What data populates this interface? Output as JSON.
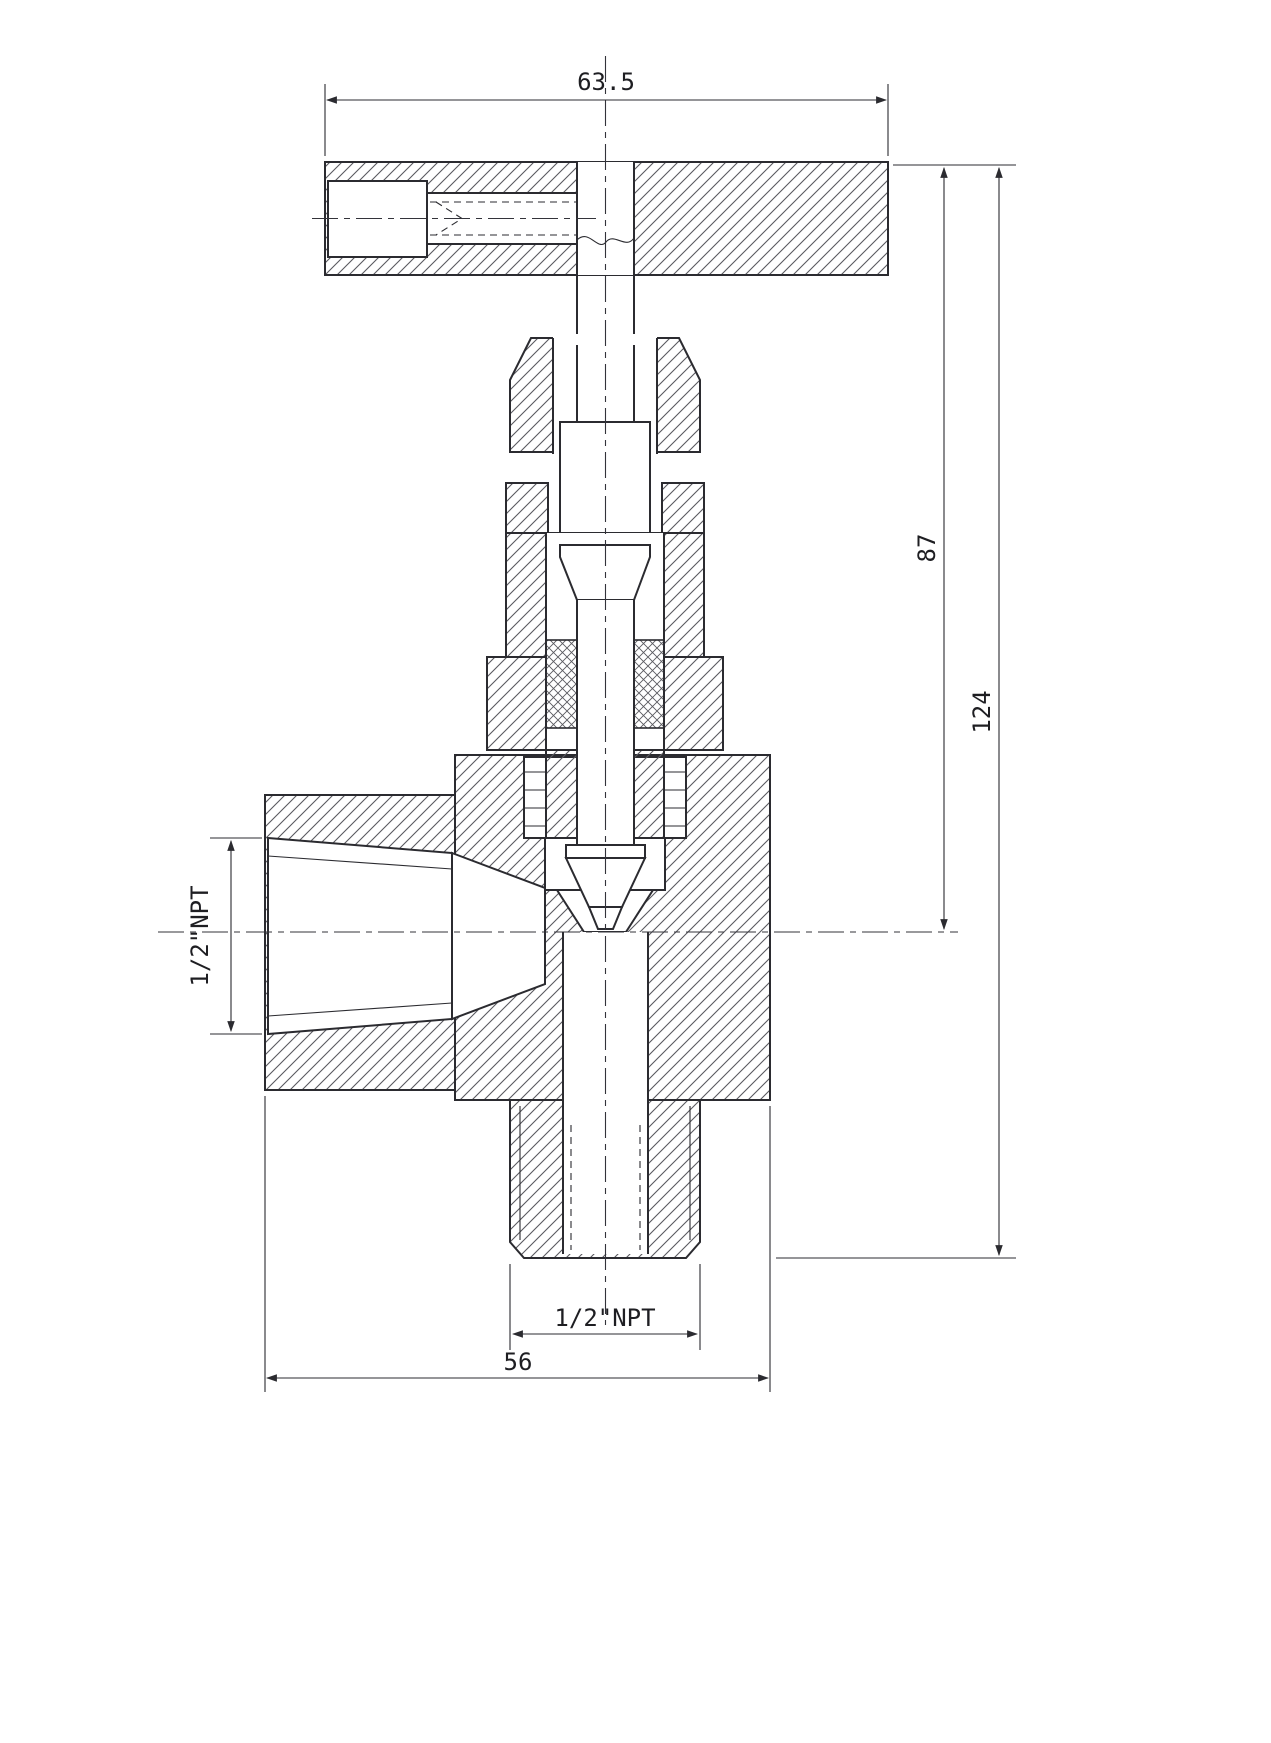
{
  "drawing": {
    "subject": "angle-needle-valve-cross-section",
    "line_color": "#2b2b30",
    "background_color": "#ffffff"
  },
  "dimensions": {
    "handle_width": "63.5",
    "center_height": "87",
    "overall_height": "124",
    "side_port_thread": "1/2\"NPT",
    "bottom_port_thread": "1/2\"NPT",
    "body_width": "56"
  }
}
